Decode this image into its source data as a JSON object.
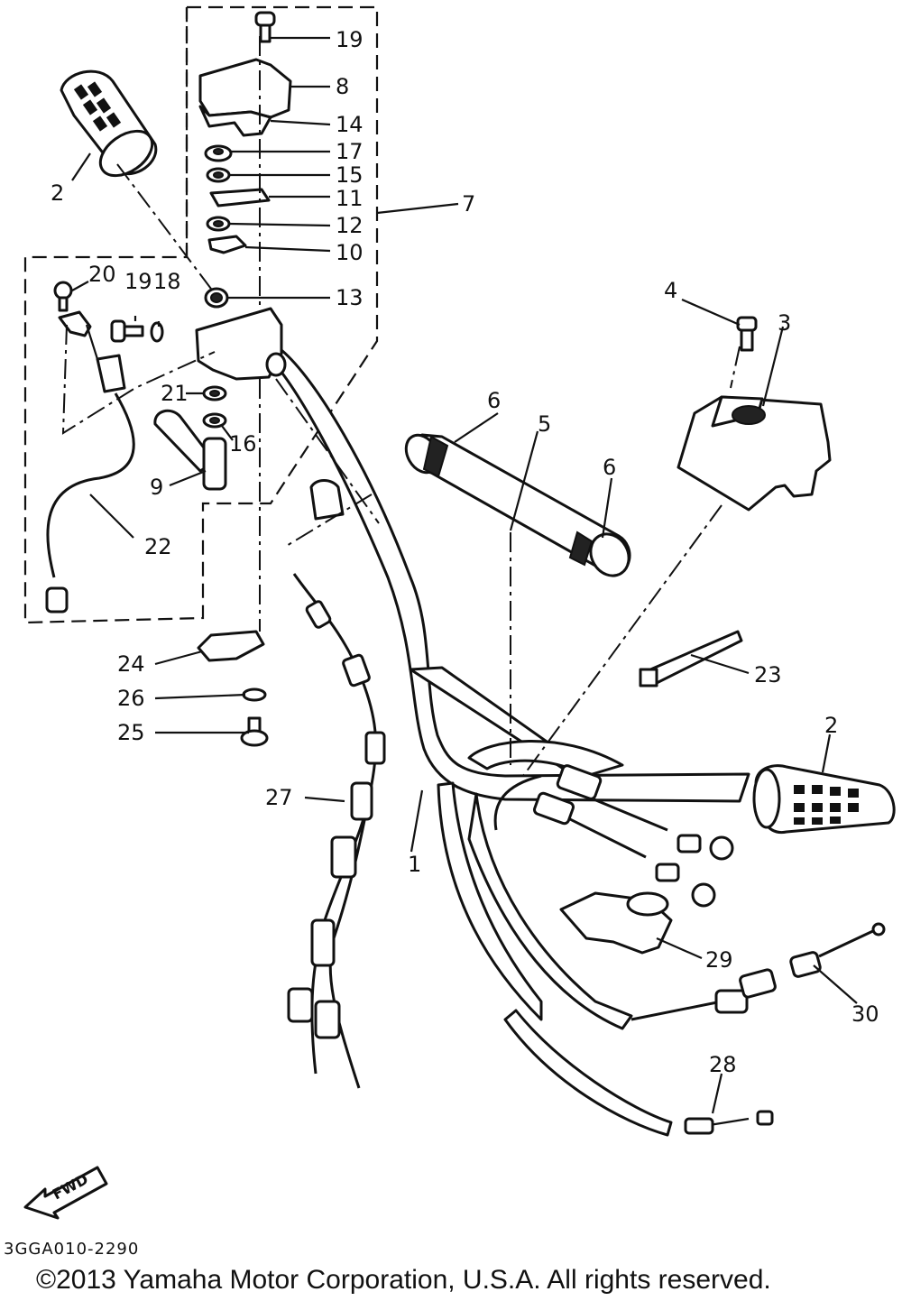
{
  "diagram_code": "3GGA010-2290",
  "copyright": "©2013 Yamaha Motor Corporation, U.S.A. All rights reserved.",
  "direction_label": "FWD",
  "callouts": {
    "c1": "1",
    "c2a": "2",
    "c2b": "2",
    "c3": "3",
    "c4": "4",
    "c5": "5",
    "c6a": "6",
    "c6b": "6",
    "c7": "7",
    "c8": "8",
    "c9": "9",
    "c10": "10",
    "c11": "11",
    "c12": "12",
    "c13": "13",
    "c14": "14",
    "c15": "15",
    "c16": "16",
    "c17": "17",
    "c18": "18",
    "c19a": "19",
    "c19b": "19",
    "c20": "20",
    "c21": "21",
    "c22": "22",
    "c23": "23",
    "c24": "24",
    "c25": "25",
    "c26": "26",
    "c27": "27",
    "c28": "28",
    "c29": "29",
    "c30": "30"
  }
}
